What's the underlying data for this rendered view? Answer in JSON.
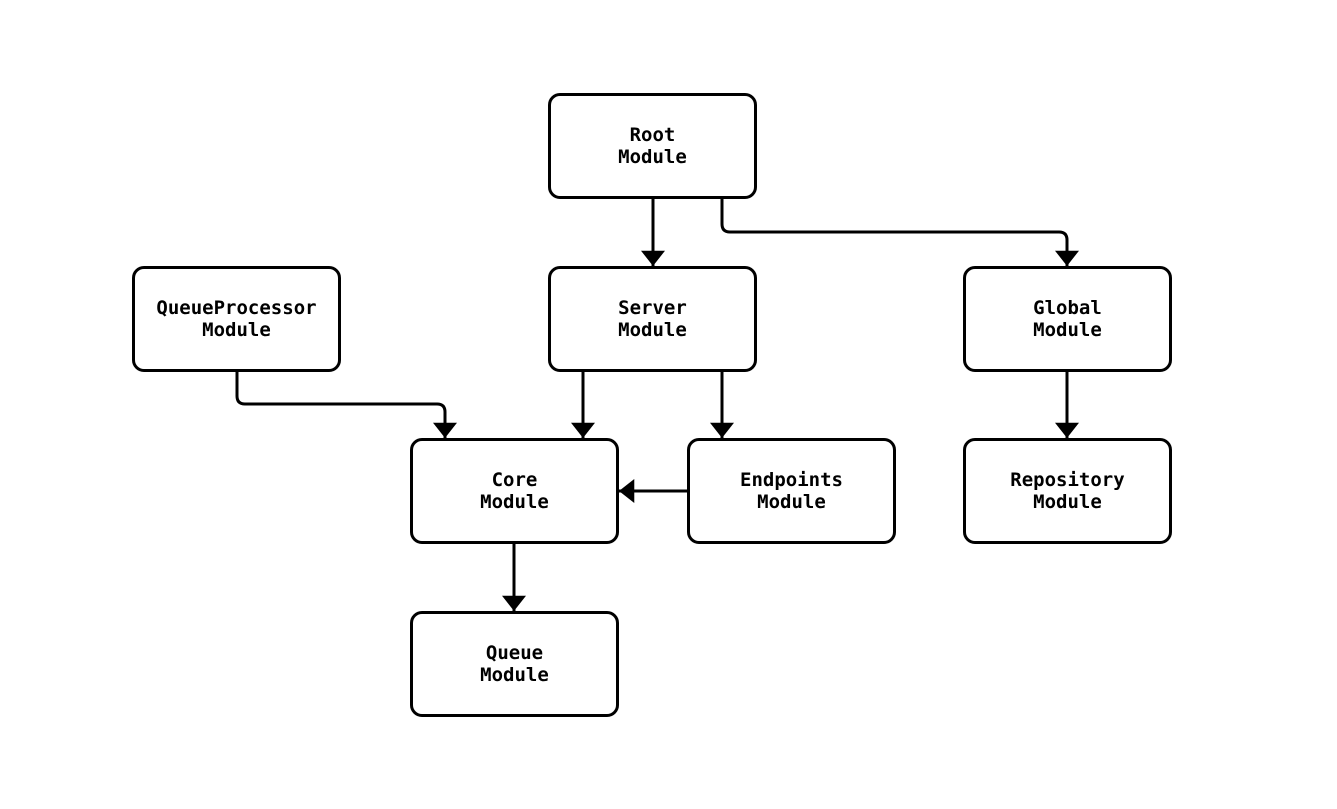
{
  "diagram": {
    "background_color": "#ffffff",
    "node_fill_color": "#ffffff",
    "stroke_color": "#000000",
    "text_color": "#000000",
    "nodes": [
      {
        "id": "root-module",
        "label": "Root\nModule"
      },
      {
        "id": "queueprocessor-module",
        "label": "QueueProcessor\nModule"
      },
      {
        "id": "server-module",
        "label": "Server\nModule"
      },
      {
        "id": "global-module",
        "label": "Global\nModule"
      },
      {
        "id": "core-module",
        "label": "Core\nModule"
      },
      {
        "id": "endpoints-module",
        "label": "Endpoints\nModule"
      },
      {
        "id": "repository-module",
        "label": "Repository\nModule"
      },
      {
        "id": "queue-module",
        "label": "Queue\nModule"
      }
    ],
    "edges": [
      {
        "from": "root-module",
        "to": "server-module"
      },
      {
        "from": "root-module",
        "to": "global-module"
      },
      {
        "from": "queueprocessor-module",
        "to": "core-module"
      },
      {
        "from": "server-module",
        "to": "core-module"
      },
      {
        "from": "server-module",
        "to": "endpoints-module"
      },
      {
        "from": "endpoints-module",
        "to": "core-module"
      },
      {
        "from": "global-module",
        "to": "repository-module"
      },
      {
        "from": "core-module",
        "to": "queue-module"
      }
    ]
  }
}
